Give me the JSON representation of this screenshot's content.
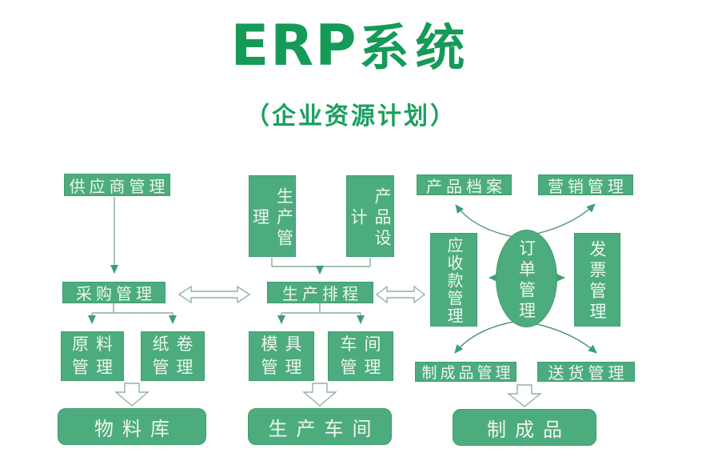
{
  "header": {
    "title_en": "ERP",
    "title_zh": "系统",
    "subtitle": "（企业资源计划）"
  },
  "colors": {
    "node_fill": "#4dac7e",
    "node_text": "#eef6ee",
    "title_green": "#169a57",
    "connector_line": "#8aab99",
    "arrowhead": "#3f9e70",
    "hollow_arrow_outline": "#93b2a2",
    "background": "#ffffff"
  },
  "nodes": {
    "supplier_mgmt": {
      "label": "供应商管理"
    },
    "purchase_mgmt": {
      "label": "采购管理"
    },
    "raw_material_mgmt": {
      "label": "原料管理"
    },
    "paper_roll_mgmt": {
      "label": "纸卷管理"
    },
    "material_warehouse": {
      "label": "物料库"
    },
    "production_mgmt": {
      "label": "生产管理"
    },
    "product_design": {
      "label": "产品设计"
    },
    "production_scheduling": {
      "label": "生产排程"
    },
    "mold_mgmt": {
      "label": "模具管理"
    },
    "workshop_mgmt": {
      "label": "车间管理"
    },
    "production_workshop": {
      "label": "生产车间"
    },
    "product_archive": {
      "label": "产品档案"
    },
    "marketing_mgmt": {
      "label": "营销管理"
    },
    "receivables_mgmt": {
      "label": "应收款管理"
    },
    "order_mgmt": {
      "label": "订单管理"
    },
    "invoice_mgmt": {
      "label": "发票管理"
    },
    "finished_goods_mgmt": {
      "label": "制成品管理"
    },
    "delivery_mgmt": {
      "label": "送货管理"
    },
    "finished_goods": {
      "label": "制成品"
    }
  }
}
